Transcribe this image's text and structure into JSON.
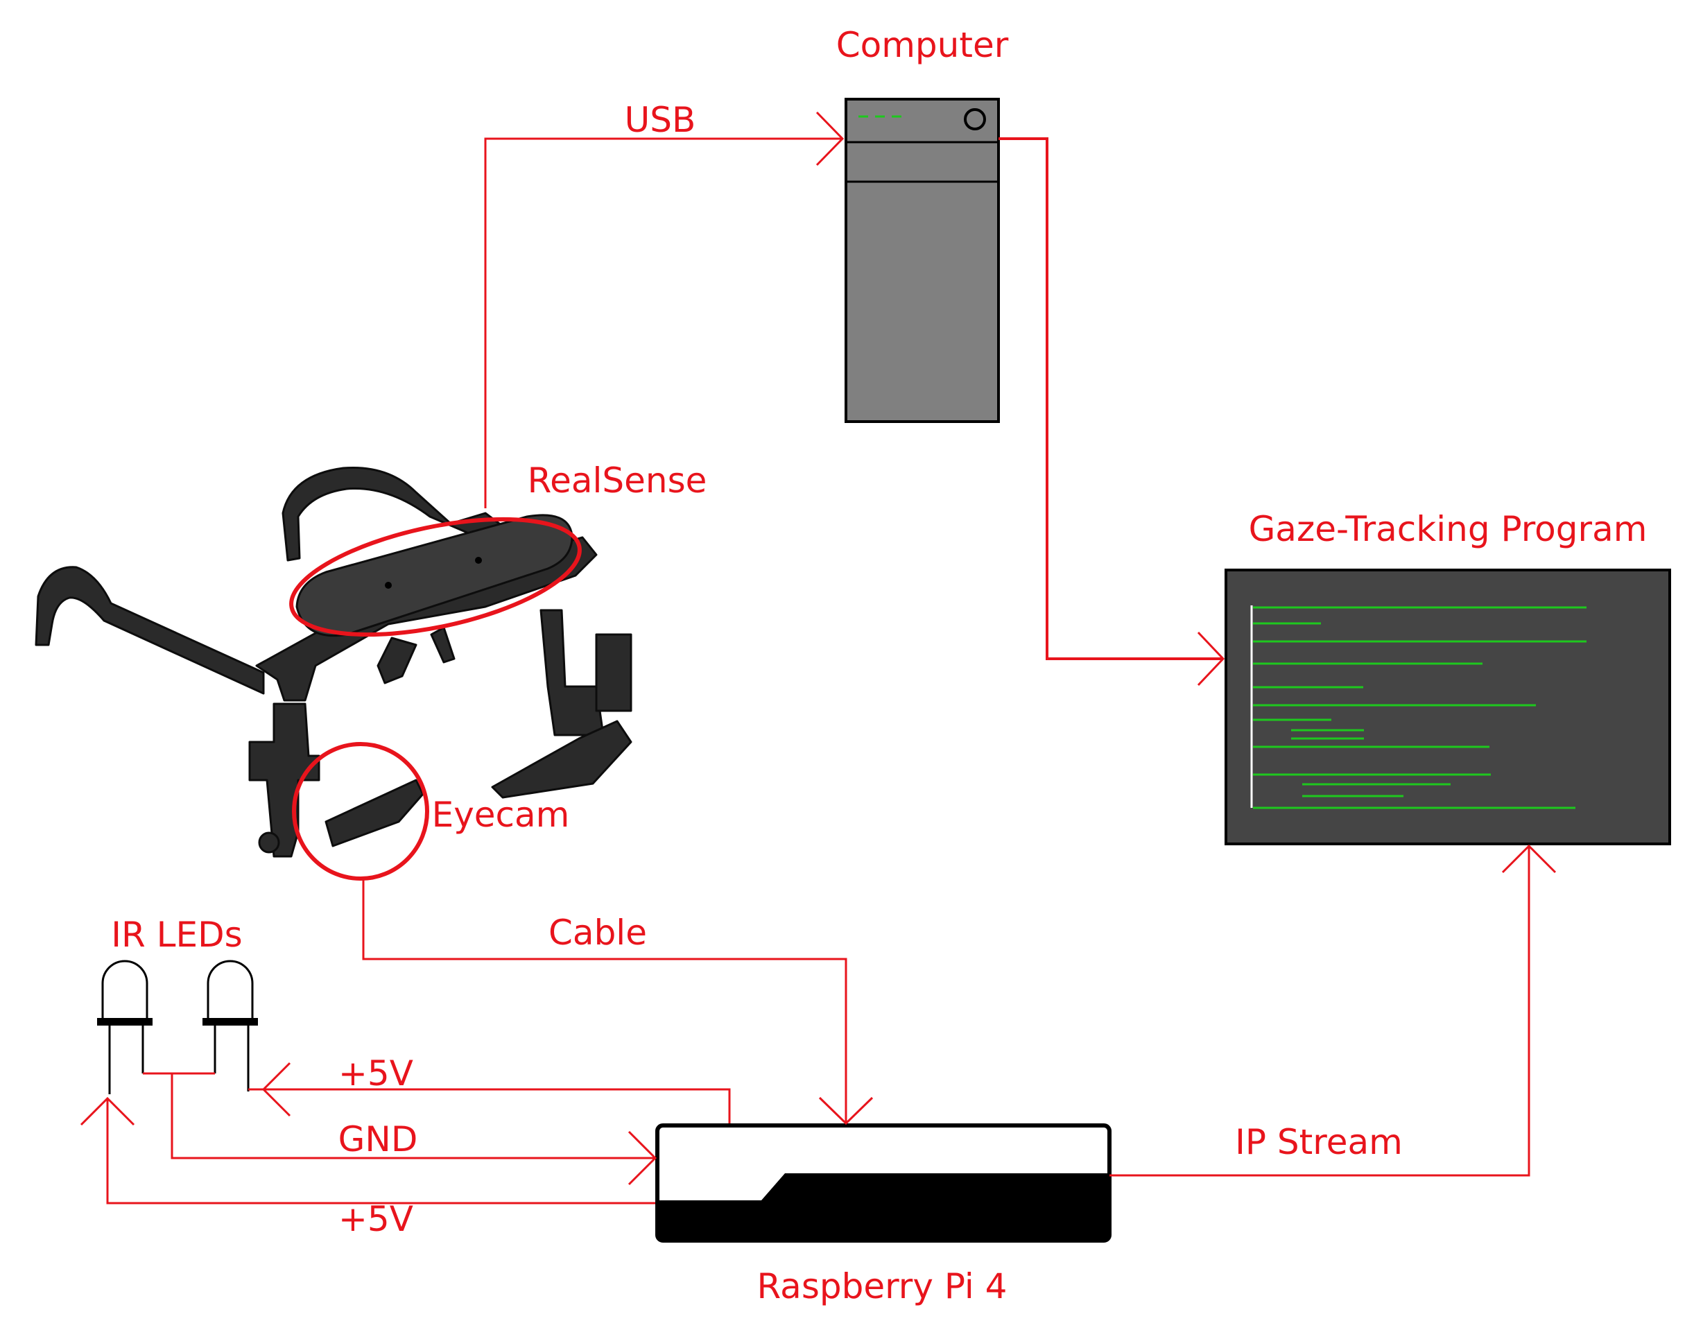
{
  "labels": {
    "computer": "Computer",
    "usb": "USB",
    "realsense": "RealSense",
    "gaze_program": "Gaze-Tracking Program",
    "eyecam": "Eyecam",
    "ir_leds": "IR LEDs",
    "cable": "Cable",
    "plus5v_top": "+5V",
    "gnd": "GND",
    "plus5v_bottom": "+5V",
    "ip_stream": "IP Stream",
    "raspberry_pi": "Raspberry Pi 4"
  },
  "colors": {
    "label_red": "#e8141c",
    "wire_red": "#e8141c",
    "computer_gray": "#808080",
    "screen_dark": "#454545",
    "code_green": "#1ec81e",
    "headset_black": "#2a2a2a"
  },
  "icons": {
    "computer": "desktop-tower-icon",
    "screen": "code-screen-icon",
    "headset": "eye-tracking-glasses-icon",
    "leds": "ir-led-icon",
    "pi": "raspberry-pi-case-icon"
  }
}
